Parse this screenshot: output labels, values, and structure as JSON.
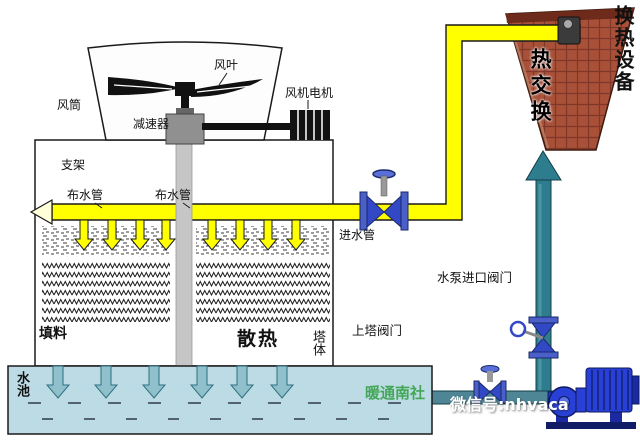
{
  "diagram": {
    "type": "cooling-tower-heat-exchange-schematic",
    "labels": {
      "fan_blade": "风叶",
      "fan_duct": "风筒",
      "reducer": "减速器",
      "fan_motor": "风机电机",
      "support": "支架",
      "dist_pipe_left": "布水管",
      "dist_pipe_right": "布水管",
      "inlet_pipe": "进水管",
      "fill_material": "填料",
      "heat_dissipation": "散热",
      "tower_body": "塔体",
      "water_pool": "水池",
      "to_tower_valve": "上塔阀门",
      "pump_inlet_valve": "水泵进口阀门",
      "heat_exchange": "热交换",
      "heat_exchange_equipment": "换热设备"
    },
    "watermarks": {
      "brand": "暖通南社",
      "wechat": "微信号:nhvaca"
    },
    "colors": {
      "hot_water_pipe": "#ffff00",
      "cold_water_pipe": "#2e7d8e",
      "heat_exchanger": "#a85038",
      "pool_water": "#bcdbe4",
      "pump_body": "#2940d6",
      "valve_body": "#3348c4"
    }
  }
}
